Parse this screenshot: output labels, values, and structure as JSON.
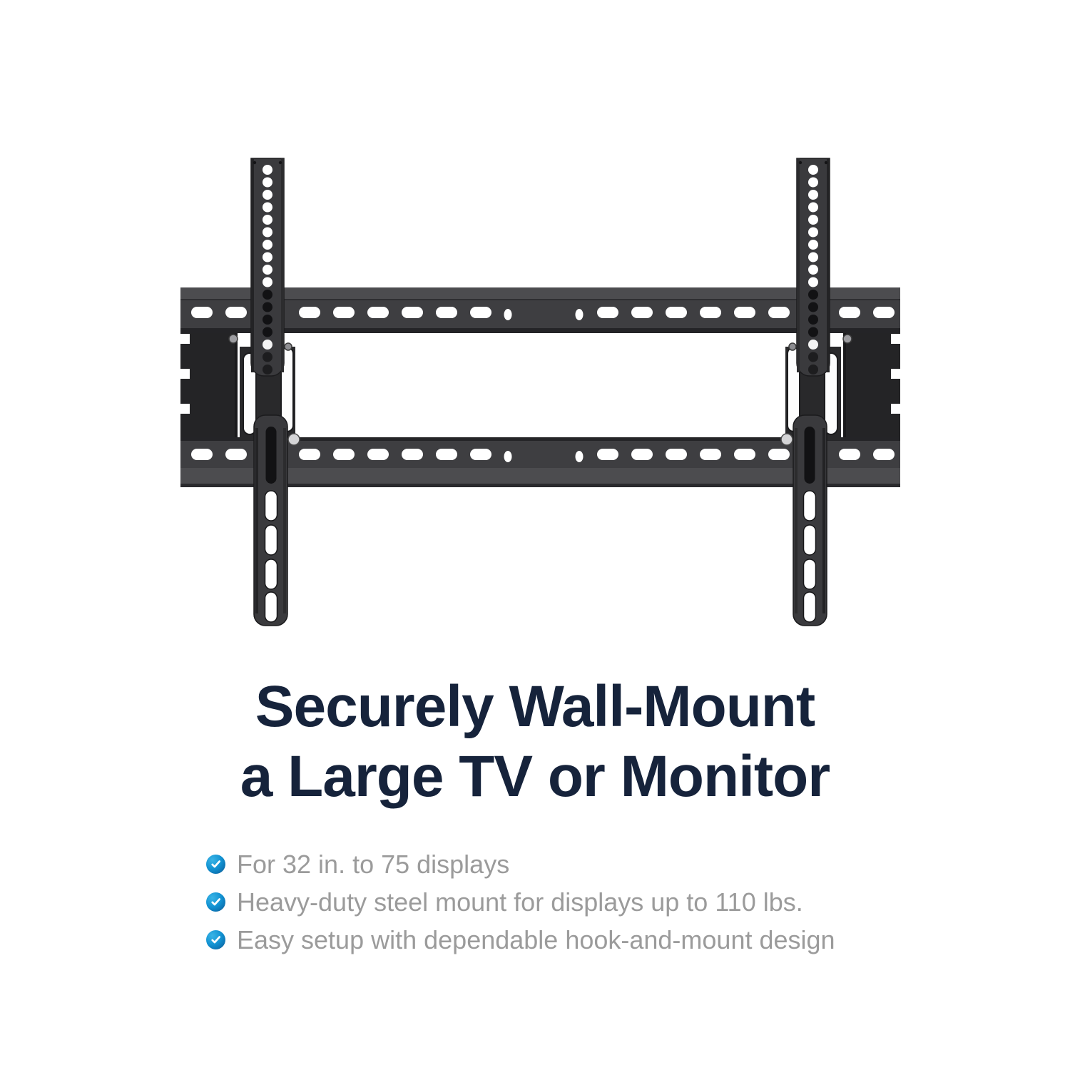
{
  "page": {
    "background": "#ffffff"
  },
  "hero": {
    "description": "black tilting TV wall mount bracket, front view",
    "colors": {
      "rail_face": "#3e3e41",
      "rail_lip": "#4c4c4f",
      "rail_edge": "#242427",
      "end_cap": "#242426",
      "arm": "#3a3a3d",
      "tilt_plate": "#29292b",
      "hole_dark": "#121214",
      "hole_light": "#ffffff",
      "bolt": "#9c9ca0"
    }
  },
  "heading": {
    "line1": "Securely Wall-Mount",
    "line2": "a Large TV or Monitor",
    "color": "#16233b"
  },
  "features": {
    "icon": "check-circle-icon",
    "icon_color": "#1292d2",
    "text_color": "#9b9b9b",
    "items": [
      "For 32 in. to 75 displays",
      "Heavy-duty steel mount for displays up to 110 lbs.",
      "Easy setup with dependable hook-and-mount design"
    ]
  }
}
